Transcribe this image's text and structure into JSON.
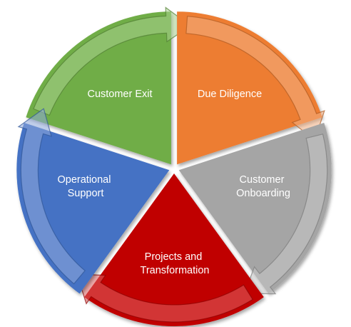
{
  "cycle": {
    "segments": [
      {
        "id": "customer-exit",
        "lines": [
          "Customer Exit"
        ],
        "color": "#70ad47",
        "dark": "#507e32",
        "light": "#a9d18e"
      },
      {
        "id": "due-diligence",
        "lines": [
          "Due Diligence"
        ],
        "color": "#ed7d31",
        "dark": "#ae5a21",
        "light": "#f4b183"
      },
      {
        "id": "customer-onboarding",
        "lines": [
          "Customer",
          "Onboarding"
        ],
        "color": "#a5a5a5",
        "dark": "#7b7b7b",
        "light": "#c9c9c9"
      },
      {
        "id": "projects-transformation",
        "lines": [
          "Projects and",
          "Transformation"
        ],
        "color": "#c00000",
        "dark": "#8b0000",
        "light": "#e06060"
      },
      {
        "id": "operational-support",
        "lines": [
          "Operational",
          "Support"
        ],
        "color": "#4472c4",
        "dark": "#2f5597",
        "light": "#8faadc"
      }
    ]
  }
}
